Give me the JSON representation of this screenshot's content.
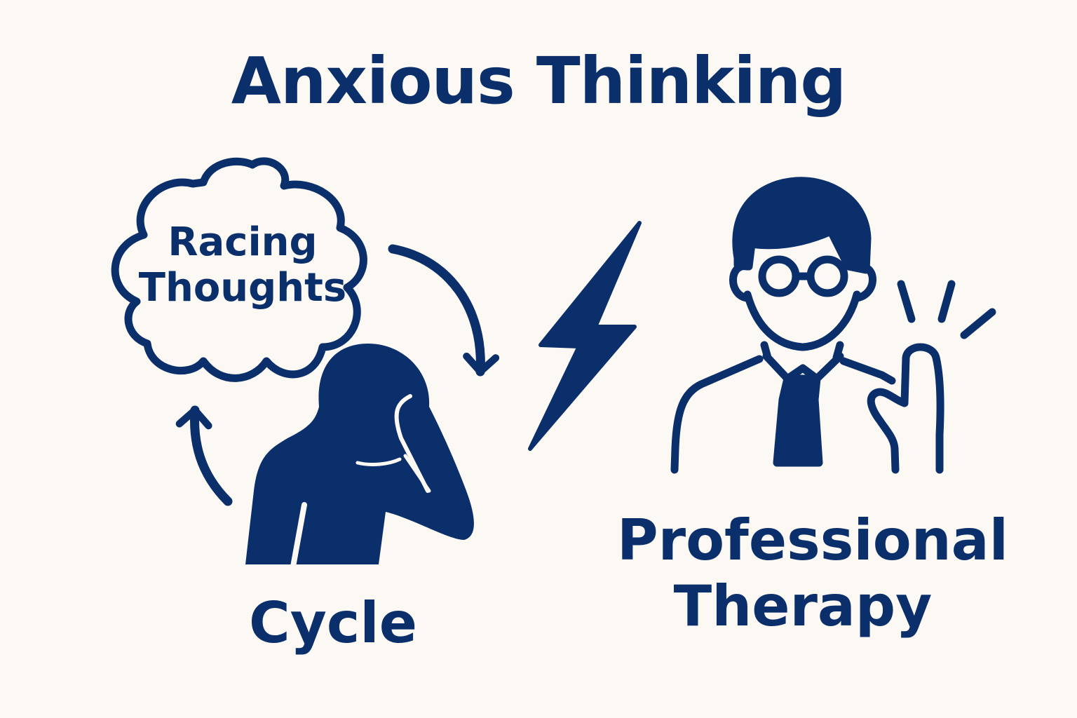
{
  "title": "Anxious Thinking",
  "cloud": {
    "line1": "Racing",
    "line2": "Thoughts"
  },
  "cycle_label": "Cycle",
  "therapy": {
    "line1": "Professional",
    "line2": "Therapy"
  },
  "colors": {
    "ink": "#0b2f6b",
    "background": "#fcf9f4"
  },
  "icons": [
    "thought-cloud-icon",
    "cycle-arrow-icon",
    "distressed-person-icon",
    "lightning-bolt-icon",
    "therapist-icon",
    "raised-hand-icon"
  ]
}
